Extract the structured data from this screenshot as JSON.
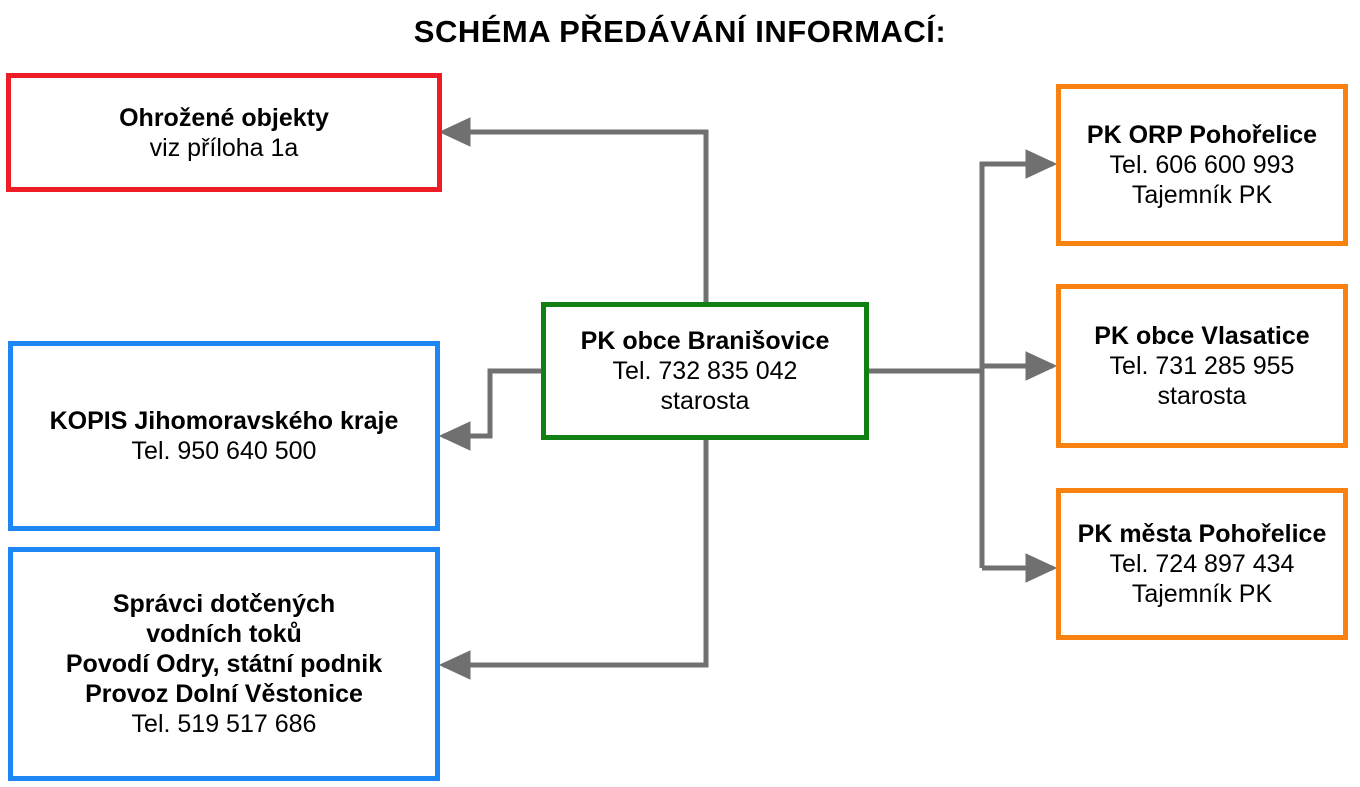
{
  "title": "SCHÉMA PŘEDÁVÁNÍ INFORMACÍ:",
  "colors": {
    "red": "#ee1c24",
    "blue": "#1f86f5",
    "green": "#118014",
    "orange": "#f7820f",
    "arrow": "#707070"
  },
  "center": {
    "name": "PK obce Branišovice",
    "phone": "Tel. 732 835 042",
    "role": "starosta"
  },
  "threatened": {
    "name": "Ohrožené objekty",
    "note": "viz příloha 1a"
  },
  "kopis": {
    "name": "KOPIS Jihomoravského kraje",
    "phone": "Tel. 950 640 500"
  },
  "river": {
    "line1": "Správci dotčených",
    "line2": "vodních toků",
    "line3": "Povodí Odry, státní podnik",
    "line4": "Provoz Dolní Věstonice",
    "phone": "Tel. 519 517 686"
  },
  "orp": {
    "name": "PK ORP Pohořelice",
    "phone": "Tel. 606 600 993",
    "role": "Tajemník PK"
  },
  "vlasatice": {
    "name": "PK obce Vlasatice",
    "phone": "Tel. 731 285 955",
    "role": "starosta"
  },
  "town": {
    "name": "PK města Pohořelice",
    "phone": "Tel. 724 897 434",
    "role": "Tajemník PK"
  }
}
